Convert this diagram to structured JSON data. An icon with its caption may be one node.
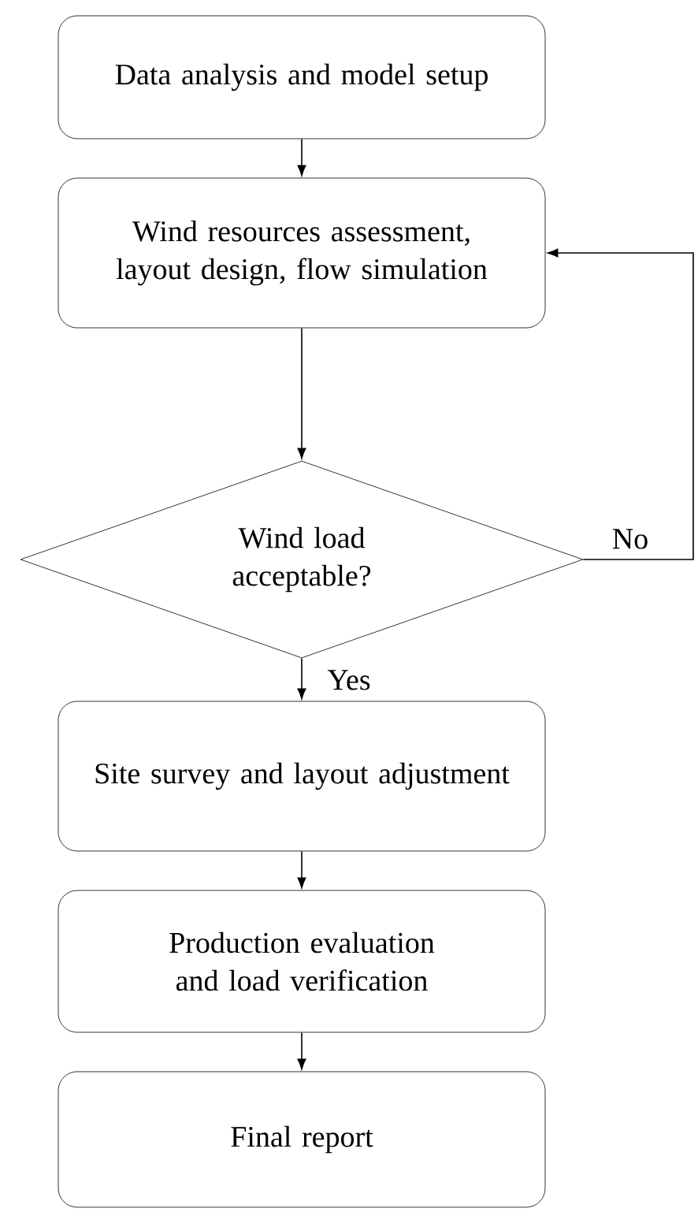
{
  "diagram": {
    "nodes": [
      {
        "text": [
          "Data analysis and model setup"
        ]
      },
      {
        "text": [
          "Wind resources assessment, layout design, flow simulation"
        ]
      },
      {
        "text": [
          "Wind load acceptable?"
        ]
      },
      {
        "text": [
          "Site survey and layout adjustment"
        ]
      },
      {
        "text": [
          "Production evaluation and load verification"
        ]
      },
      {
        "text": [
          "Final report"
        ]
      }
    ],
    "edges": [
      {
        "from": 0,
        "to": 1,
        "arrow": "to"
      },
      {
        "from": 1,
        "to": 2,
        "arrow": "to"
      },
      {
        "from": 2,
        "to": 3,
        "arrow": "to",
        "label": "Yes"
      },
      {
        "from": 2,
        "to": 1,
        "arrow": "to",
        "label": "No"
      },
      {
        "from": 3,
        "to": 4,
        "arrow": "to"
      },
      {
        "from": 4,
        "to": 5,
        "arrow": "to"
      }
    ]
  }
}
